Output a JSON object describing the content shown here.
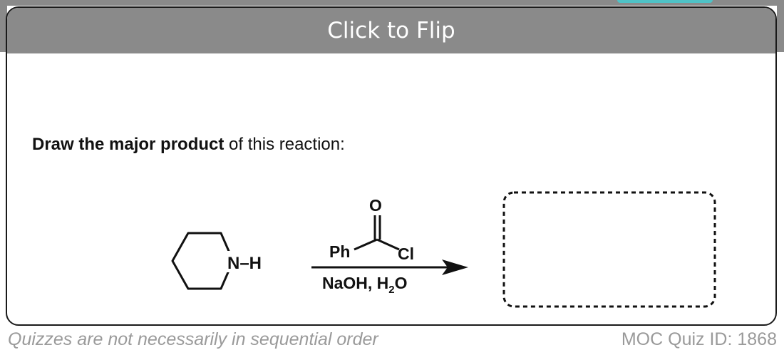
{
  "flip_button": {
    "label": "Click to Flip"
  },
  "question": {
    "prompt_bold": "Draw the major product",
    "prompt_rest": " of this reaction:"
  },
  "reaction": {
    "reactant_label": "N–H",
    "reagent_oxygen": "O",
    "reagent_ph": "Ph",
    "reagent_cl": "Cl",
    "conditions_base": "NaOH, H",
    "conditions_sub": "2",
    "conditions_end": "O"
  },
  "footer": {
    "note": "Quizzes are not necessarily in sequential order",
    "quiz_id": "MOC Quiz ID: 1868"
  },
  "colors": {
    "bar": "#8a8a8a",
    "accent_tab": "#4fc2c6",
    "footer_text": "#9a9a9a"
  }
}
